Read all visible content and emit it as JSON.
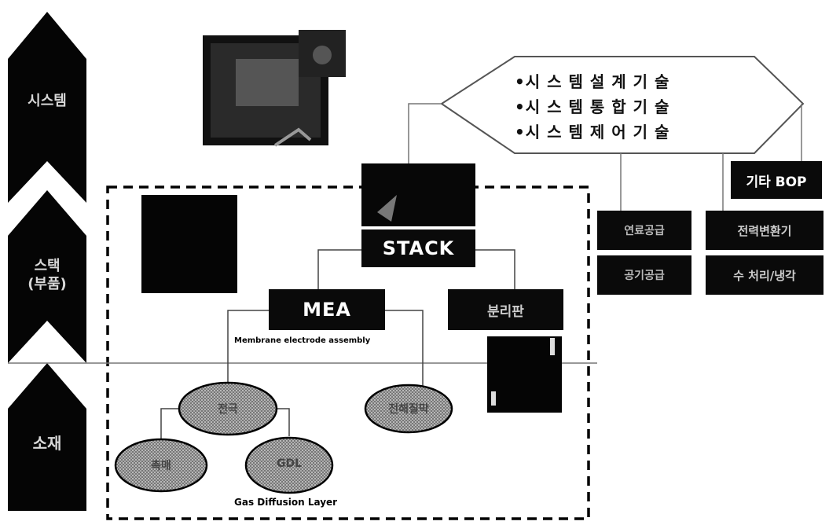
{
  "levels": {
    "system": "시스템",
    "stack": "스택\n(부품)",
    "material": "소재"
  },
  "hexagon": {
    "lines": [
      "•시 스 템  설 계 기 술",
      "•시 스 템  통 합 기 술",
      "•시 스 템  제 어 기 술"
    ]
  },
  "bop": {
    "title": "기타 BOP",
    "items_left": [
      "연료공급",
      "공기공급"
    ],
    "items_right": [
      "전력변환기",
      "수 처리/냉각"
    ]
  },
  "stack_label": "STACK",
  "mea_label": "MEA",
  "mea_caption": "Membrane electrode assembly",
  "separator_label": "분리판",
  "gdl_caption": "Gas Diffusion Layer",
  "ovals": {
    "top": "전극",
    "left": "촉매",
    "right": "GDL",
    "membrane": "전해질막"
  }
}
